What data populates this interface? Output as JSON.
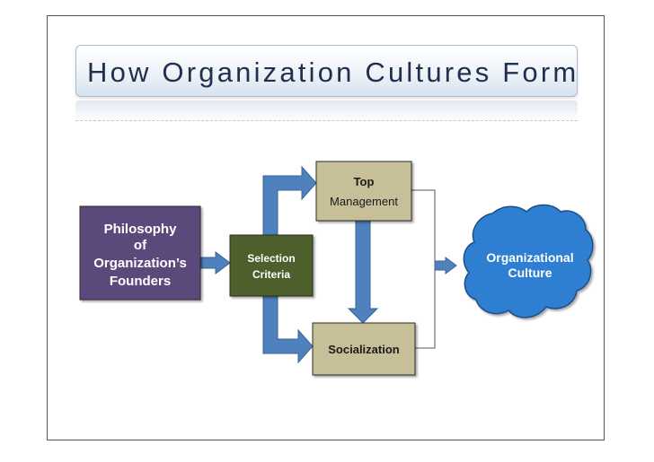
{
  "slide": {
    "title": "How Organization Cultures Form"
  },
  "nodes": {
    "philosophy": {
      "lines": [
        "Philosophy",
        "of",
        "Organization’s",
        "Founders"
      ],
      "fill": "#5c4a7c"
    },
    "selection": {
      "lines": [
        "Selection",
        "Criteria"
      ],
      "fill": "#4e5e2c"
    },
    "top_management": {
      "lines": [
        "Top",
        "Management"
      ],
      "fill": "#c6bf98"
    },
    "socialization": {
      "label": "Socialization",
      "fill": "#c6bf98"
    },
    "culture": {
      "lines": [
        "Organizational",
        "Culture"
      ],
      "fill": "#2f7ed2"
    }
  },
  "colors": {
    "arrow": "#4f81bd",
    "arrow_stroke": "#3a6597",
    "connector": "#555555"
  }
}
